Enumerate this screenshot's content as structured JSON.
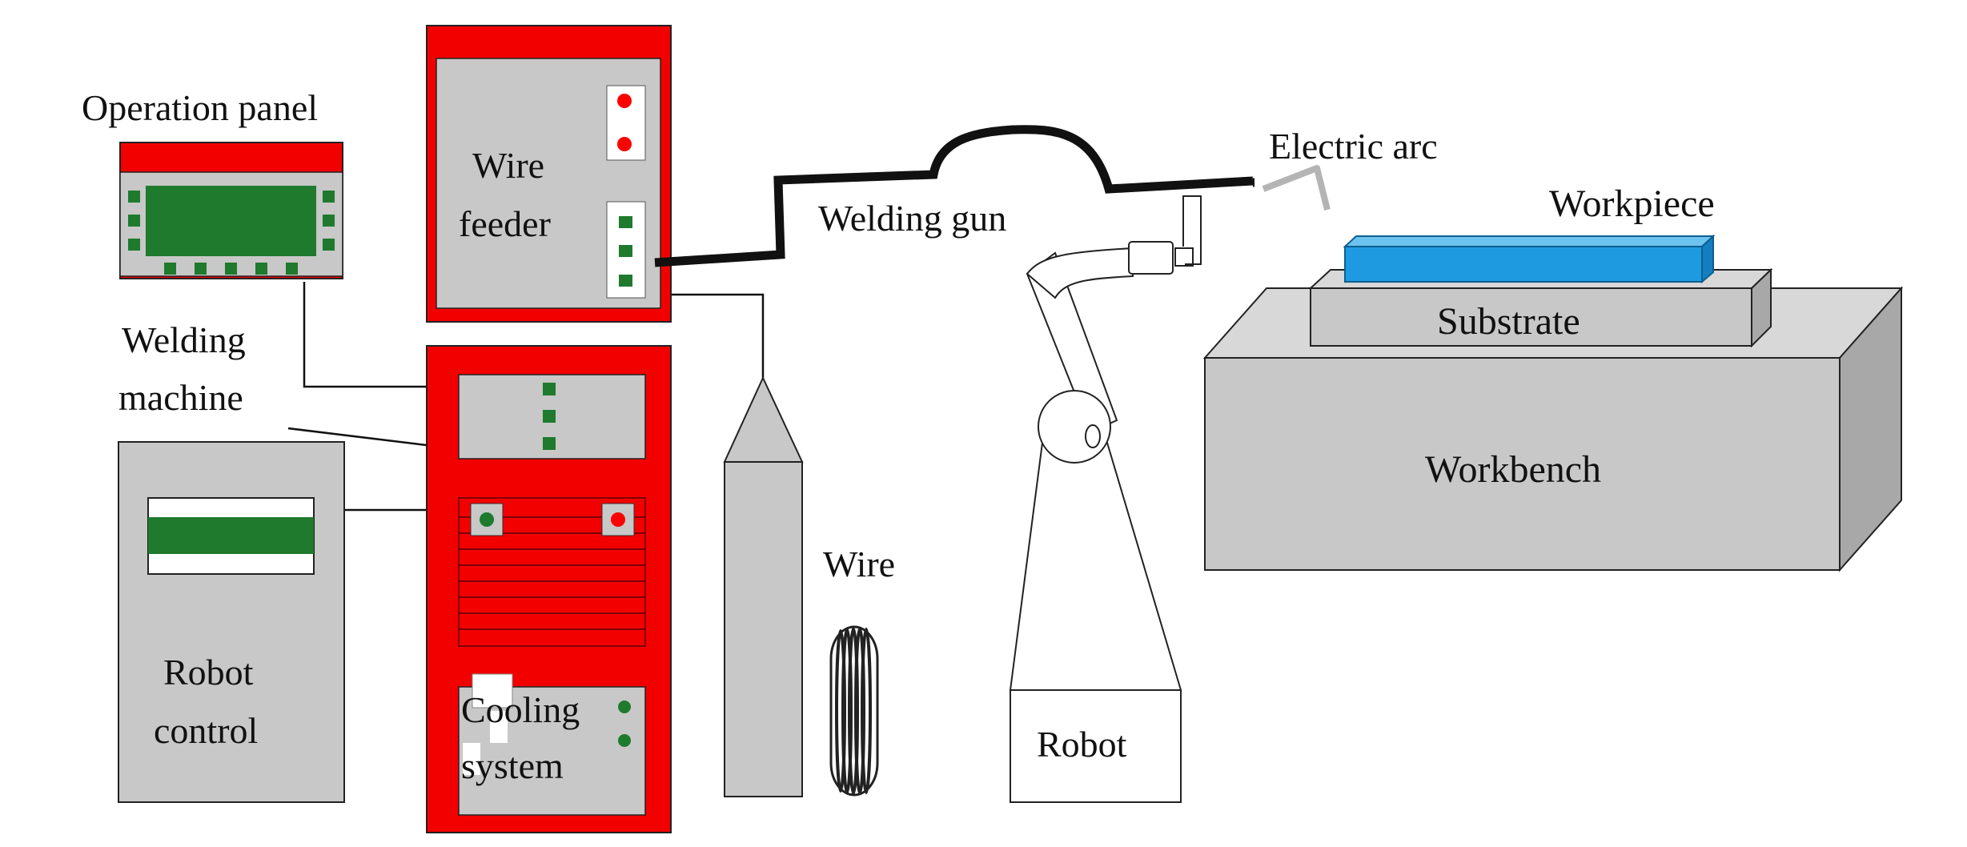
{
  "labels": {
    "operation_panel": "Operation panel",
    "wire_feeder_line1": "Wire",
    "wire_feeder_line2": "feeder",
    "welding_machine_line1": "Welding",
    "welding_machine_line2": "machine",
    "robot_control_line1": "Robot",
    "robot_control_line2": "control",
    "cooling_system_line1": "Cooling",
    "cooling_system_line2": "system",
    "wire": "Wire",
    "welding_gun": "Welding gun",
    "electric_arc": "Electric arc",
    "workpiece": "Workpiece",
    "substrate": "Substrate",
    "workbench": "Workbench",
    "robot": "Robot"
  },
  "colors": {
    "equipment_red": "#f20000",
    "panel_gray": "#c8c8c8",
    "indicator_green": "#1f7a2e",
    "indicator_red": "#ff0000",
    "workpiece_blue": "#1e9be0",
    "torch_black": "#111111",
    "arc_gray": "#b4b4b4"
  }
}
